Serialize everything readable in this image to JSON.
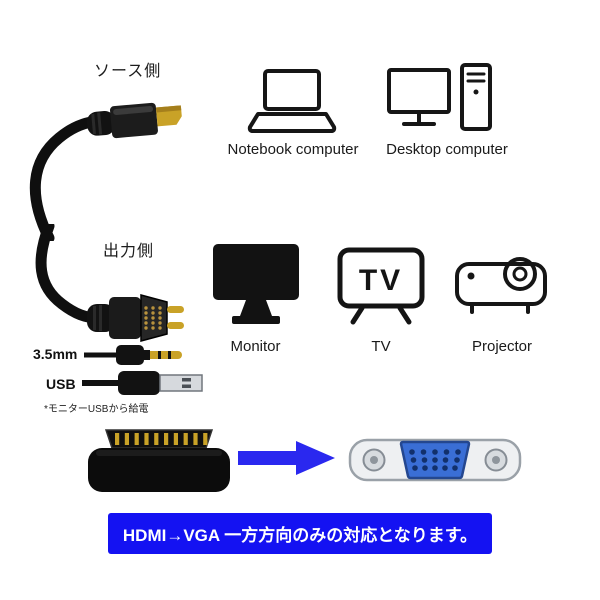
{
  "sections": {
    "source": {
      "label": "ソース側"
    },
    "output": {
      "label": "出力側"
    }
  },
  "devices": {
    "notebook": "Notebook computer",
    "desktop": "Desktop computer",
    "monitor": "Monitor",
    "tv": "TV",
    "projector": "Projector"
  },
  "icons": {
    "tv_text": "TV"
  },
  "aux": {
    "jack_label": "3.5mm",
    "usb_label": "USB",
    "usb_note": "*モニターUSBから給電"
  },
  "banner": {
    "text": "HDMI→VGA 一方方向のみの対応となります。"
  },
  "colors": {
    "banner_bg": "#1412f2",
    "banner_text": "#ffffff",
    "arrow": "#2a28ef",
    "vga_blue": "#3a6ed5",
    "gold": "#c9a227"
  }
}
